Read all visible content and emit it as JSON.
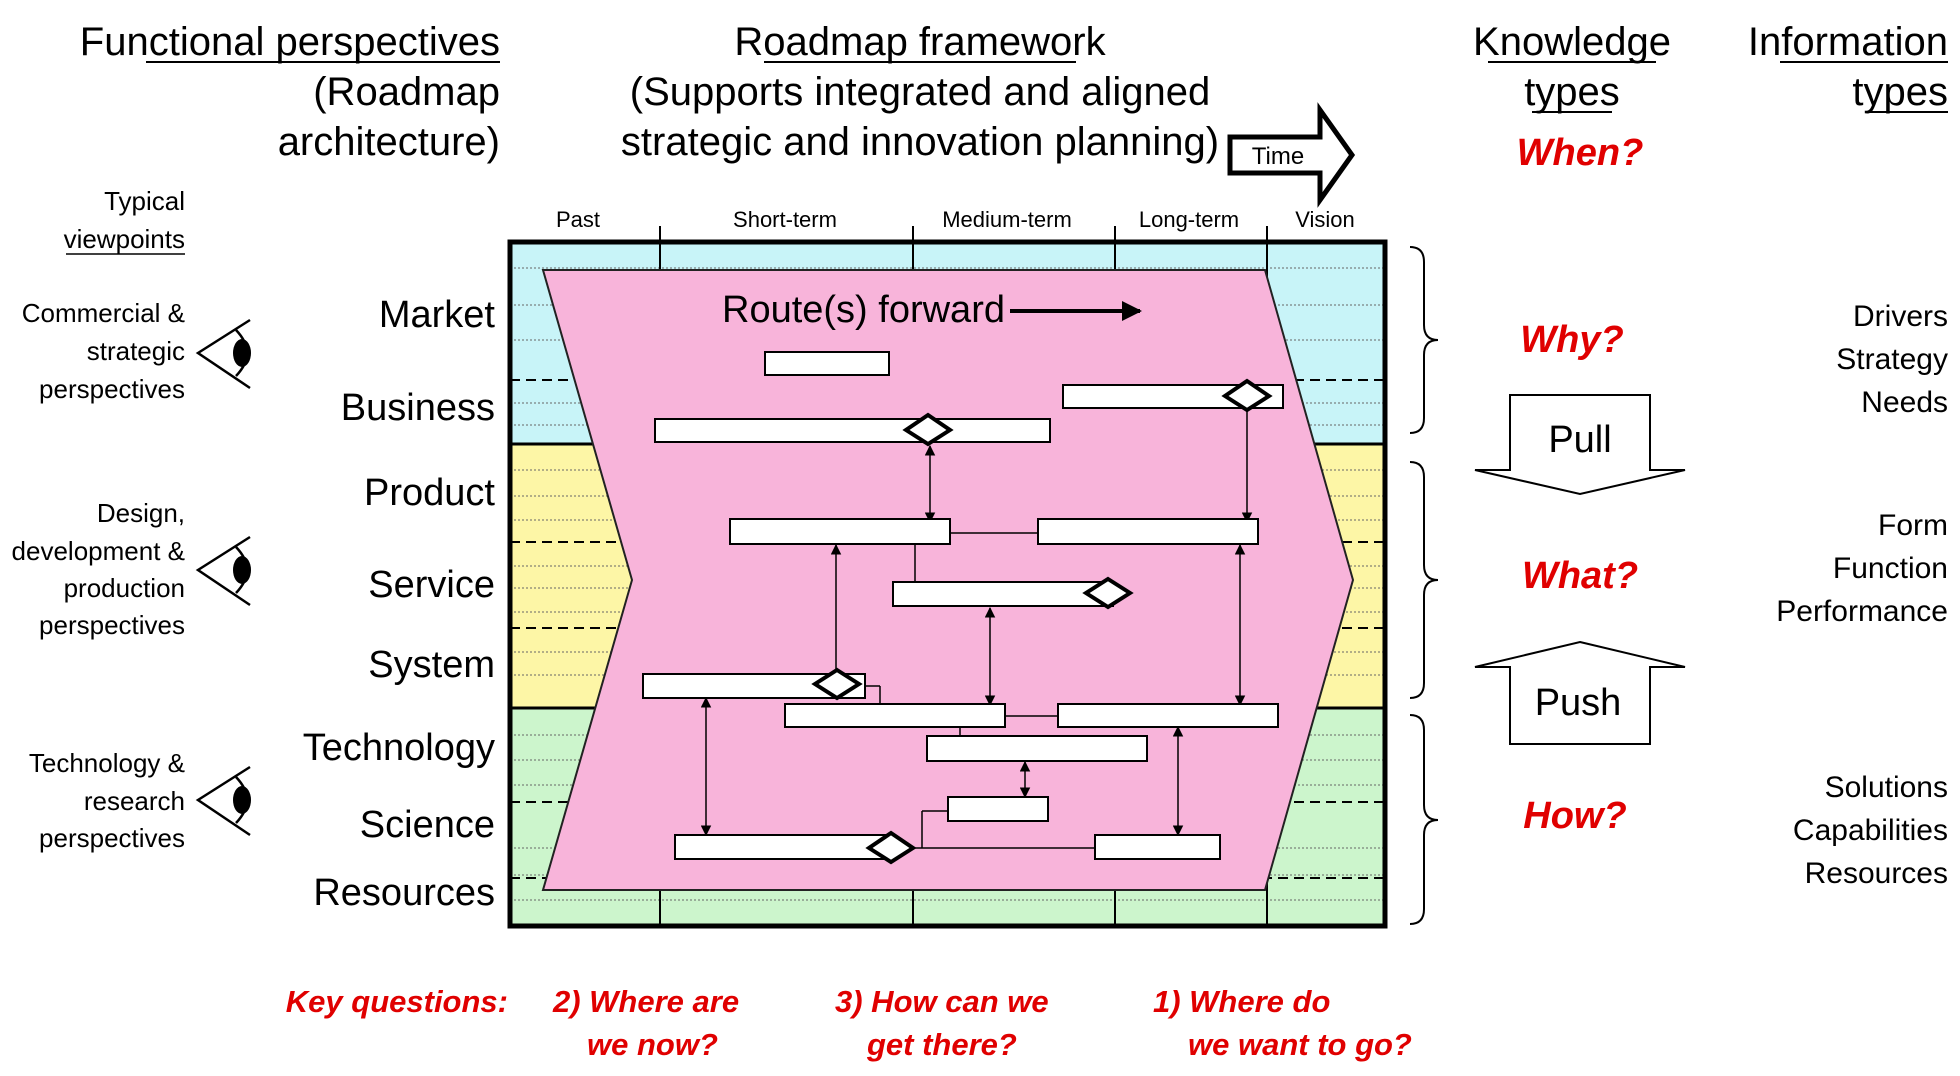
{
  "headers": {
    "functional": {
      "title": "Functional perspectives",
      "line2": "(Roadmap",
      "line3": "architecture)"
    },
    "framework": {
      "title": "Roadmap framework",
      "line2": "(Supports integrated and aligned",
      "line3": "strategic and innovation planning)"
    },
    "knowledge": {
      "line1": "Knowledge",
      "line2": "types"
    },
    "information": {
      "line1": "Information",
      "line2": "types"
    }
  },
  "time_arrow_label": "Time",
  "typical_viewpoints": {
    "line1": "Typical",
    "line2": "viewpoints"
  },
  "viewpoints": [
    {
      "lines": [
        "Commercial &",
        "strategic",
        "perspectives"
      ],
      "icon": "eye-icon"
    },
    {
      "lines": [
        "Design,",
        "development &",
        "production",
        "perspectives"
      ],
      "icon": "eye-icon"
    },
    {
      "lines": [
        "Technology &",
        "research",
        "perspectives"
      ],
      "icon": "eye-icon"
    }
  ],
  "timeline": [
    "Past",
    "Short-term",
    "Medium-term",
    "Long-term",
    "Vision"
  ],
  "layers": [
    "Market",
    "Business",
    "Product",
    "Service",
    "System",
    "Technology",
    "Science",
    "Resources"
  ],
  "route_label": "Route(s) forward",
  "knowledge_types": {
    "when": "When?",
    "why": "Why?",
    "what": "What?",
    "how": "How?"
  },
  "pull_label": "Pull",
  "push_label": "Push",
  "information_types": {
    "group1": [
      "Drivers",
      "Strategy",
      "Needs"
    ],
    "group2": [
      "Form",
      "Function",
      "Performance"
    ],
    "group3": [
      "Solutions",
      "Capabilities",
      "Resources"
    ]
  },
  "key_questions": {
    "label": "Key questions:",
    "q2": [
      "2) Where are",
      "we now?"
    ],
    "q3": [
      "3) How can we",
      "get there?"
    ],
    "q1": [
      "1) Where do",
      "we want to go?"
    ]
  },
  "colors": {
    "market_band": "#c8f4f8",
    "product_band": "#fdf6a6",
    "technology_band": "#ccf5cc",
    "route_fill": "#f8b4da",
    "question_red": "#e00000"
  }
}
